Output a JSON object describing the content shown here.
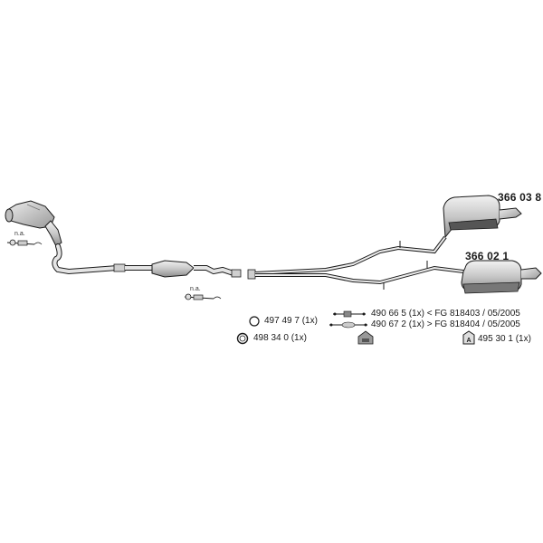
{
  "parts": {
    "main_silencer_upper": "366 03 8",
    "main_silencer_lower": "366 02 1"
  },
  "notes": {
    "na_left": "n.a.",
    "na_middle": "n.a."
  },
  "legend": [
    {
      "icon": "ring",
      "text": "497 49 7 (1x)"
    },
    {
      "icon": "gasket",
      "text": "498 34 0 (1x)"
    },
    {
      "icon": "hanger-rubber-strap",
      "text": "490 66 5 (1x) < FG 818403 / 05/2005"
    },
    {
      "icon": "hanger-rubber-strap-long",
      "text": "490 67 2 (1x) > FG 818404 / 05/2005"
    },
    {
      "icon": "mounting-bracket",
      "text": ""
    },
    {
      "icon": "assembly-kit",
      "text": "495 30 1 (1x)"
    }
  ],
  "colors": {
    "line": "#1a1a1a",
    "part_fill": "#d4d4d4",
    "part_shade": "#9a9a9a",
    "silencer_dark": "#555555"
  }
}
